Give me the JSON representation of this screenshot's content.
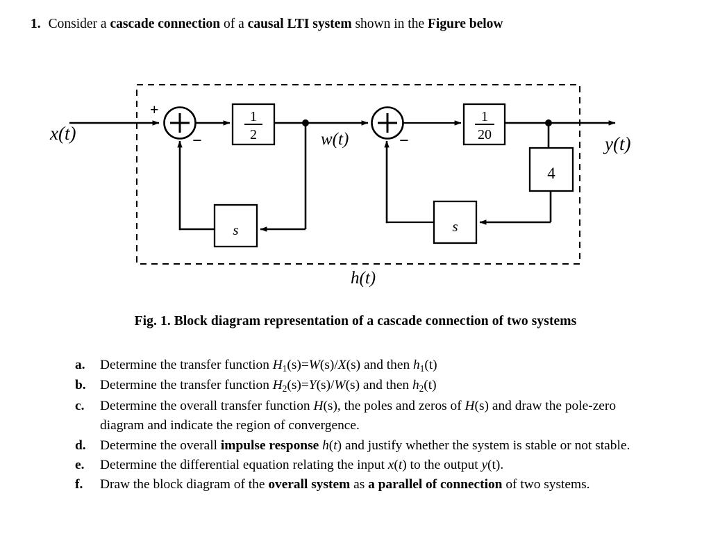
{
  "problem": {
    "number": "1.",
    "text_parts": [
      {
        "t": "Consider a  ",
        "bold": false
      },
      {
        "t": "cascade connection",
        "bold": true
      },
      {
        "t": " of a ",
        "bold": false
      },
      {
        "t": "causal LTI system",
        "bold": true
      },
      {
        "t": " shown in the ",
        "bold": false
      },
      {
        "t": "Figure below",
        "bold": true
      }
    ],
    "plain": "Consider a  cascade connection of a causal LTI system shown in the Figure below"
  },
  "figure": {
    "caption": "Fig. 1. Block diagram representation of a cascade connection of two systems",
    "input_label": "x(t)",
    "intermediate_label": "w(t)",
    "output_label": "y(t)",
    "system_label": "h(t)",
    "summer1": {
      "symbol": "+",
      "plus_sign": "+",
      "minus_sign": "−"
    },
    "summer2": {
      "symbol": "+",
      "plus_sign": "",
      "minus_sign": "−"
    },
    "gain_block_1": {
      "numerator": "1",
      "denominator": "2"
    },
    "gain_block_2": {
      "numerator": "1",
      "denominator": "20"
    },
    "gain_block_3": {
      "value": "4"
    },
    "feedback_block_1": {
      "value": "s"
    },
    "feedback_block_2": {
      "value": "s"
    },
    "boundary_style": "dashed",
    "line_color": "#000000"
  },
  "questions": [
    {
      "label": "a.",
      "segments": [
        {
          "t": "Determine the transfer function ",
          "style": "normal"
        },
        {
          "t": "H",
          "style": "italic"
        },
        {
          "t": "1",
          "style": "sub"
        },
        {
          "t": "(s)=",
          "style": "normal"
        },
        {
          "t": "W",
          "style": "italic"
        },
        {
          "t": "(s)/",
          "style": "normal"
        },
        {
          "t": "X",
          "style": "italic"
        },
        {
          "t": "(s)  and then ",
          "style": "normal"
        },
        {
          "t": "h",
          "style": "italic"
        },
        {
          "t": "1",
          "style": "sub"
        },
        {
          "t": "(t)",
          "style": "normal"
        }
      ],
      "plain": "Determine the transfer function H1(s)=W(s)/X(s)  and then h1(t)"
    },
    {
      "label": "b.",
      "segments": [
        {
          "t": "Determine the transfer function ",
          "style": "normal"
        },
        {
          "t": "H",
          "style": "italic"
        },
        {
          "t": "2",
          "style": "sub"
        },
        {
          "t": "(s)=",
          "style": "normal"
        },
        {
          "t": "Y",
          "style": "italic"
        },
        {
          "t": "(s)/",
          "style": "normal"
        },
        {
          "t": "W",
          "style": "italic"
        },
        {
          "t": "(s) and then ",
          "style": "normal"
        },
        {
          "t": "h",
          "style": "italic"
        },
        {
          "t": "2",
          "style": "sub"
        },
        {
          "t": "(t)",
          "style": "normal"
        }
      ],
      "plain": "Determine the transfer function H2(s)=Y(s)/W(s) and then h2(t)"
    },
    {
      "label": "c.",
      "segments": [
        {
          "t": "Determine the overall transfer function ",
          "style": "normal"
        },
        {
          "t": "H",
          "style": "italic"
        },
        {
          "t": "(s), the poles and zeros of ",
          "style": "normal"
        },
        {
          "t": "H",
          "style": "italic"
        },
        {
          "t": "(s) and draw the pole-zero diagram and indicate the region of convergence.",
          "style": "normal"
        }
      ],
      "plain": "Determine the overall transfer function H(s), the poles and zeros of H(s) and draw the pole-zero diagram and indicate the region of convergence."
    },
    {
      "label": "d.",
      "segments": [
        {
          "t": "Determine the overall ",
          "style": "normal"
        },
        {
          "t": "impulse response",
          "style": "bold"
        },
        {
          "t": " ",
          "style": "normal"
        },
        {
          "t": "h",
          "style": "italic"
        },
        {
          "t": "(",
          "style": "normal"
        },
        {
          "t": "t",
          "style": "italic"
        },
        {
          "t": ") and justify whether the system is stable or not stable.",
          "style": "normal"
        }
      ],
      "plain": "Determine the overall impulse response h(t) and justify whether the system is stable or not stable."
    },
    {
      "label": "e.",
      "segments": [
        {
          "t": "Determine the differential equation relating the input ",
          "style": "normal"
        },
        {
          "t": "x",
          "style": "italic"
        },
        {
          "t": "(",
          "style": "normal"
        },
        {
          "t": "t",
          "style": "italic"
        },
        {
          "t": ") to the output ",
          "style": "normal"
        },
        {
          "t": "y",
          "style": "italic"
        },
        {
          "t": "(t).",
          "style": "normal"
        }
      ],
      "plain": "Determine the differential equation relating the input x(t) to the output y(t)."
    },
    {
      "label": "f.",
      "segments": [
        {
          "t": "Draw the block diagram of the ",
          "style": "normal"
        },
        {
          "t": "overall system",
          "style": "bold"
        },
        {
          "t": " as ",
          "style": "normal"
        },
        {
          "t": "a parallel of connection",
          "style": "bold"
        },
        {
          "t": " of two systems.",
          "style": "normal"
        }
      ],
      "plain": "Draw the block diagram of the overall system as a parallel of connection of two systems."
    }
  ]
}
